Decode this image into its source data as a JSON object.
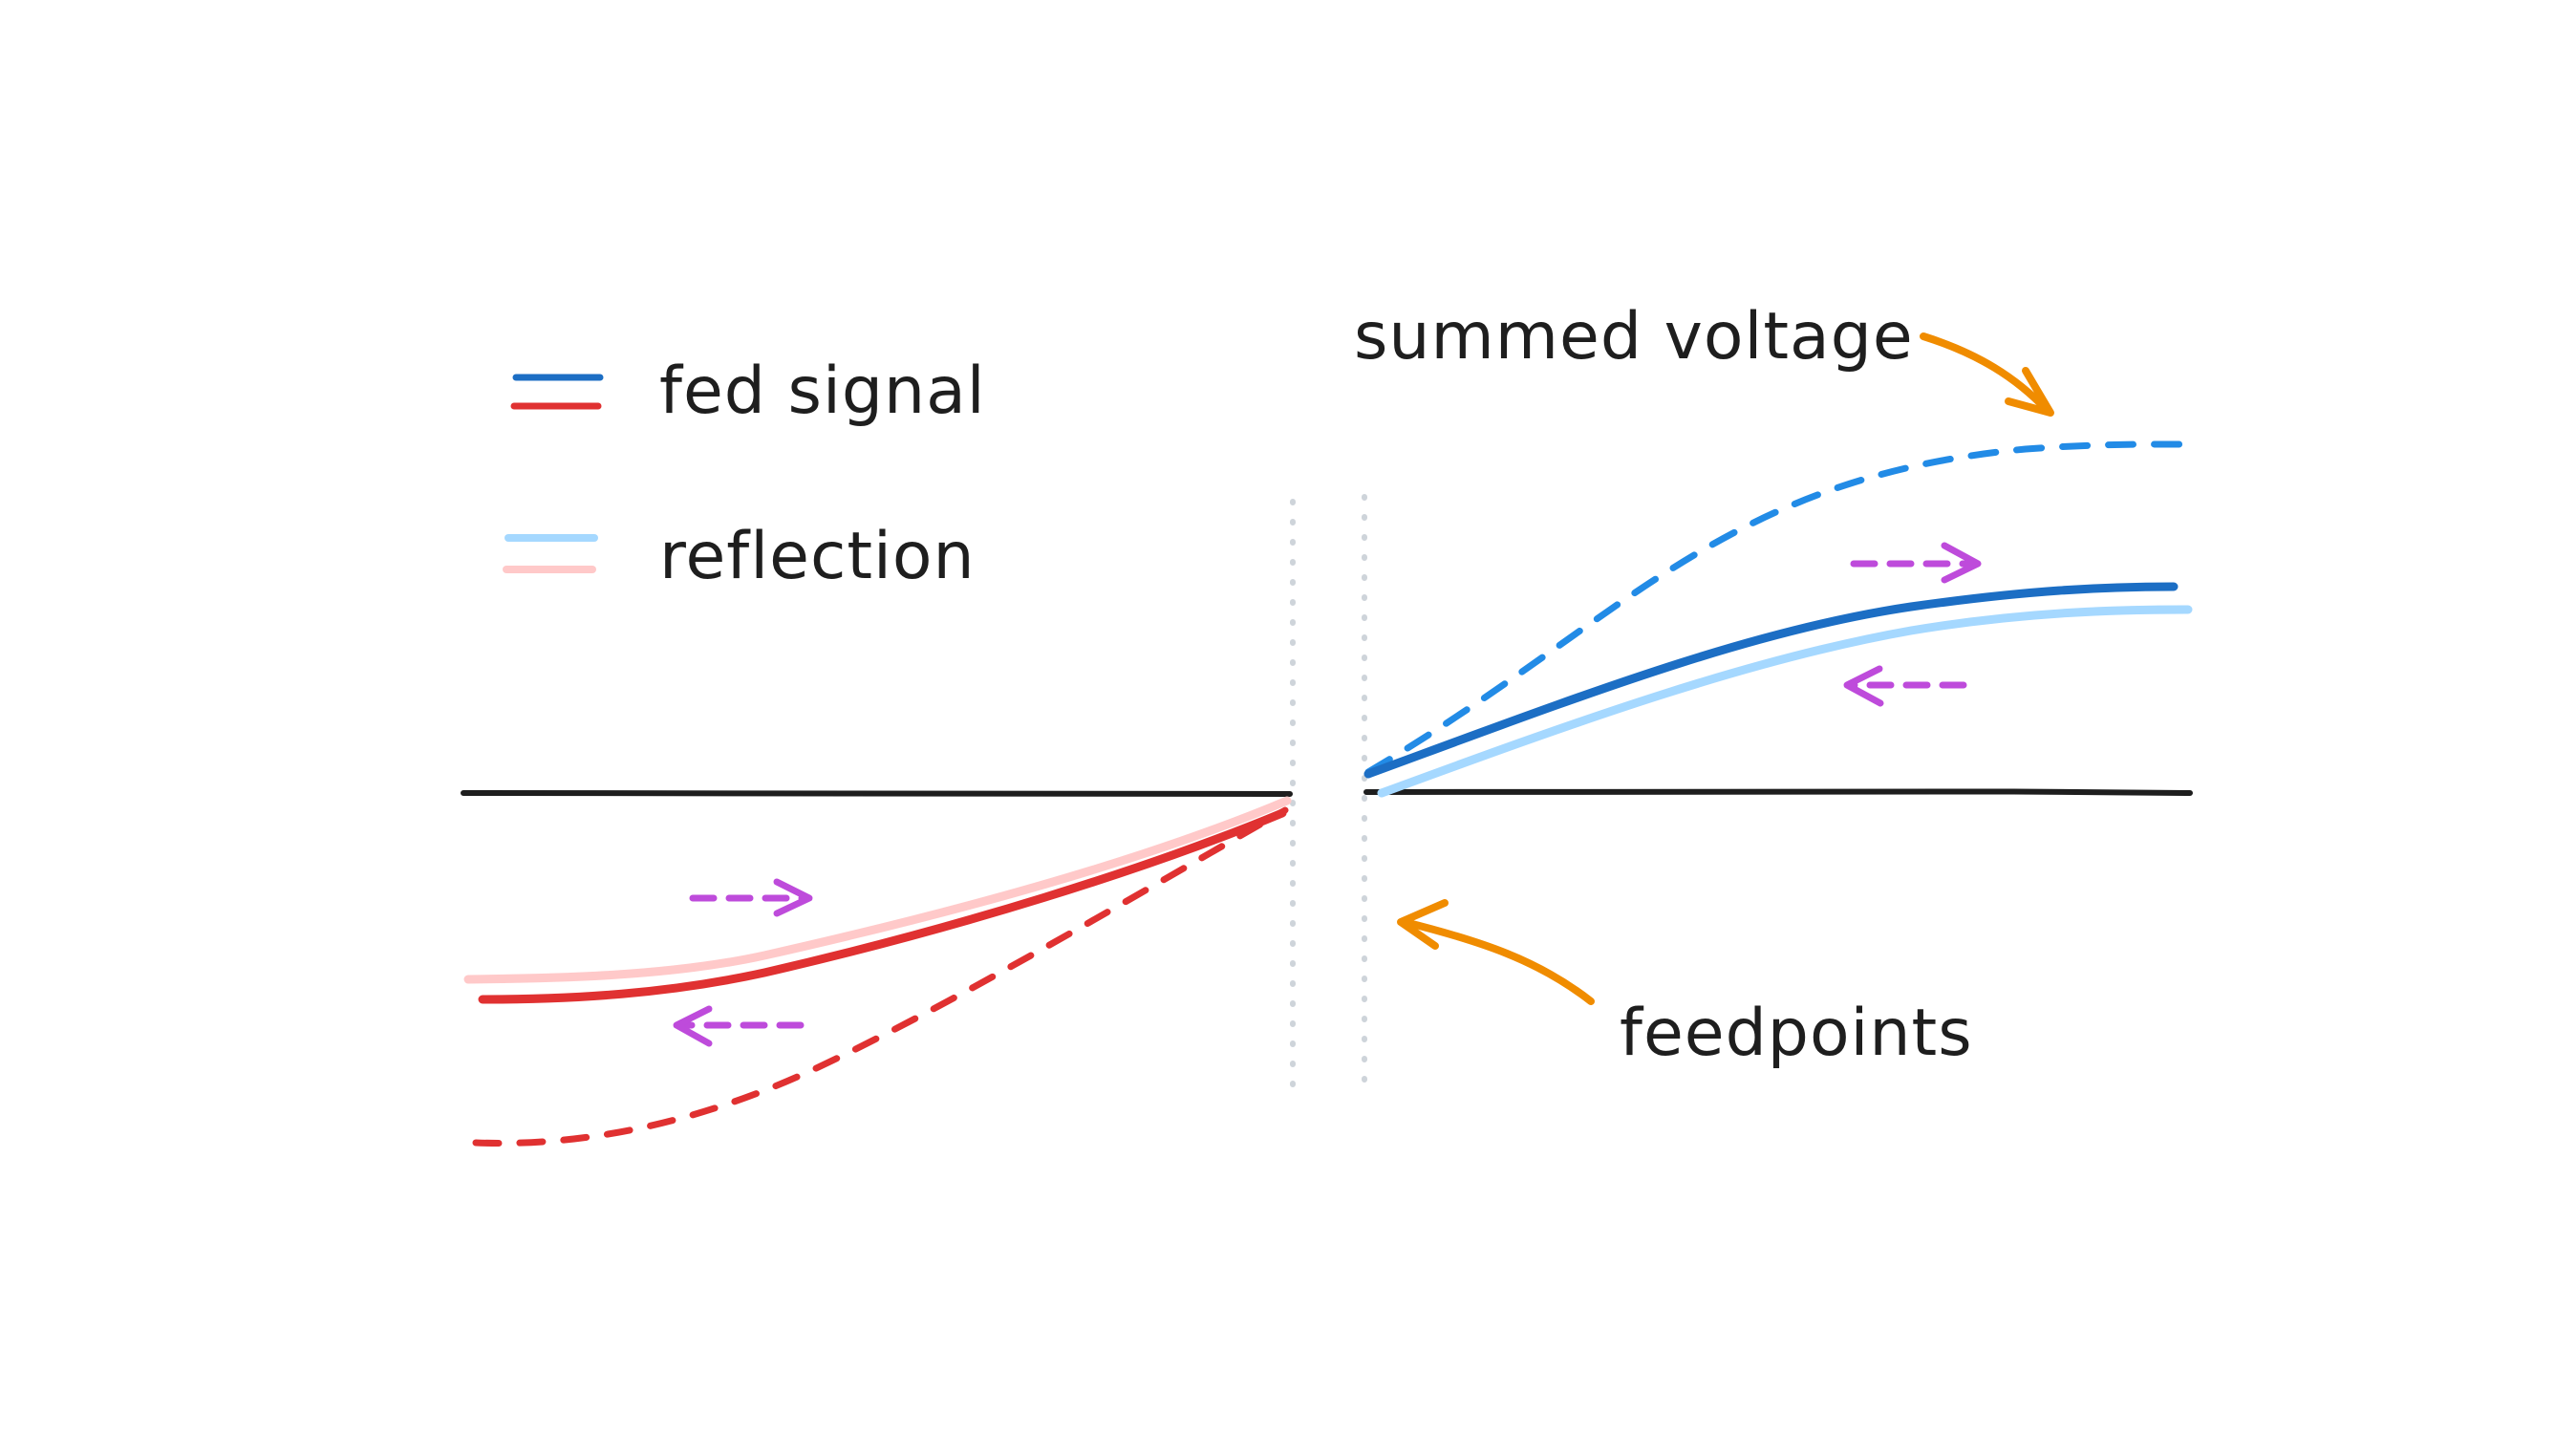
{
  "legend": {
    "fed_signal_label": "fed signal",
    "reflection_label": "reflection"
  },
  "annotations": {
    "summed_voltage": "summed voltage",
    "feedpoints": "feedpoints"
  },
  "colors": {
    "fed_signal_blue": "#1c6ec4",
    "fed_signal_red": "#e03131",
    "reflection_blue": "#a5d8ff",
    "reflection_red": "#ffc9c9",
    "summed_blue": "#228be6",
    "summed_red": "#e03131",
    "direction_arrow": "#be4bdb",
    "callout_arrow": "#f08c00",
    "baseline": "#1e1e1e",
    "feedpoint_gap": "#ced4da"
  },
  "icons": {
    "direction_arrow": "dashed-arrow",
    "callout_arrow": "curved-arrow"
  }
}
